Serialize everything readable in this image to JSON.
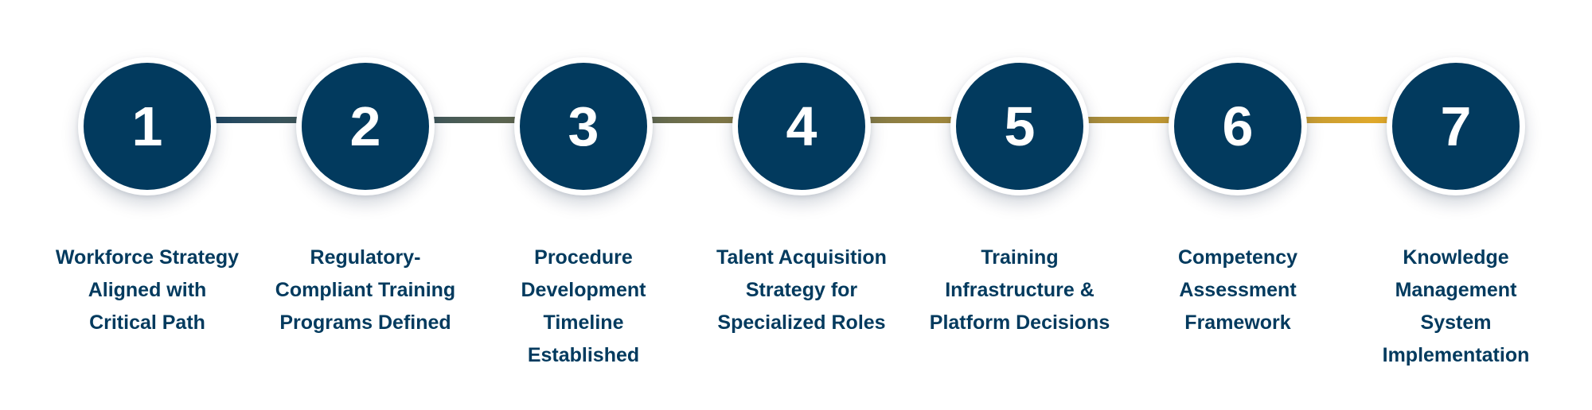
{
  "steps": [
    {
      "number": "1",
      "label": "Workforce Strategy Aligned with Critical Path"
    },
    {
      "number": "2",
      "label": "Regulatory-Compliant Training Programs Defined"
    },
    {
      "number": "3",
      "label": "Procedure Development Timeline Established"
    },
    {
      "number": "4",
      "label": "Talent Acquisition Strategy for Specialized Roles"
    },
    {
      "number": "5",
      "label": "Training Infrastructure & Platform Decisions"
    },
    {
      "number": "6",
      "label": "Competency Assessment Framework"
    },
    {
      "number": "7",
      "label": "Knowledge Management System Implementation"
    }
  ],
  "colors": {
    "circle_fill": "#023a5e",
    "circle_border": "#ffffff",
    "text": "#023a5e",
    "connector_start": "#1f4662",
    "connector_end": "#e6ac29"
  }
}
